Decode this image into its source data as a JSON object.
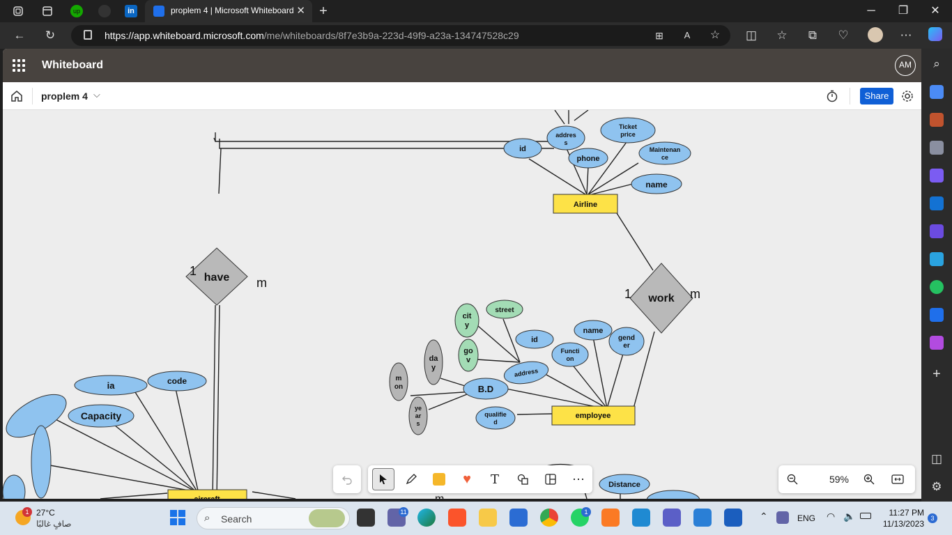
{
  "browser": {
    "tab_title": "proplem 4 | Microsoft Whiteboard",
    "url_host": "https://app.whiteboard.microsoft.com",
    "url_path": "/me/whiteboards/8f7e3b9a-223d-49f9-a23a-134747528c29",
    "tab_icons": [
      "workspaces-icon",
      "tab-actions-icon",
      "upwork-icon",
      "github-icon",
      "linkedin-icon"
    ],
    "linkedin_label": "in",
    "upwork_label": "up"
  },
  "app": {
    "title": "Whiteboard",
    "user_initials": "AM",
    "board_name": "proplem 4",
    "share_label": "Share"
  },
  "diagram": {
    "entities": {
      "airline": "Airline",
      "employee": "employee",
      "aircraft": "aircraft"
    },
    "relationships": {
      "have": "have",
      "work": "work"
    },
    "cardinalities": {
      "have_one": "1",
      "have_many": "m",
      "work_one": "1",
      "work_many": "m",
      "bottom_many": "m"
    },
    "airline_attributes": {
      "id": "id",
      "address_line1": "addres",
      "address_line2": "s",
      "phone": "phone",
      "ticket_price_line1": "Ticket",
      "ticket_price_line2": "price",
      "maintenance_line1": "Maintenan",
      "maintenance_line2": "ce",
      "name": "name"
    },
    "employee_attributes": {
      "city_line1": "cit",
      "city_line2": "y",
      "street": "street",
      "gov_line1": "go",
      "gov_line2": "v",
      "id": "id",
      "name": "name",
      "gender_line1": "gend",
      "gender_line2": "er",
      "function_line1": "Functi",
      "function_line2": "on",
      "day_line1": "da",
      "day_line2": "y",
      "address": "address",
      "month_line1": "m",
      "month_line2": "on",
      "bd": "B.D",
      "years_line1": "ye",
      "years_line2": "ar",
      "years_line3": "s",
      "qualified_line1": "qualifie",
      "qualified_line2": "d"
    },
    "aircraft_attributes": {
      "ia": "ia",
      "code": "code",
      "capacity": "Capacity"
    },
    "route_attributes": {
      "distance": "Distance"
    }
  },
  "zoom": {
    "level": "59%"
  },
  "taskbar": {
    "weather_temp": "27°C",
    "weather_desc": "صافٍ غالبًا",
    "weather_badge": "1",
    "search_label": "Search",
    "meet_badge": "11",
    "whatsapp_badge": "1",
    "lang": "ENG",
    "time": "11:27 PM",
    "date": "11/13/2023",
    "notifications": "3"
  },
  "colors": {
    "entity_fill": "#fde247",
    "attribute_fill": "#8fc3ef",
    "composite_fill": "#a3dcb5",
    "date_part_fill": "#b5b5b5",
    "relationship_fill": "#b9b9b9",
    "share_button": "#0f5fd6",
    "appbar": "#48433f"
  }
}
